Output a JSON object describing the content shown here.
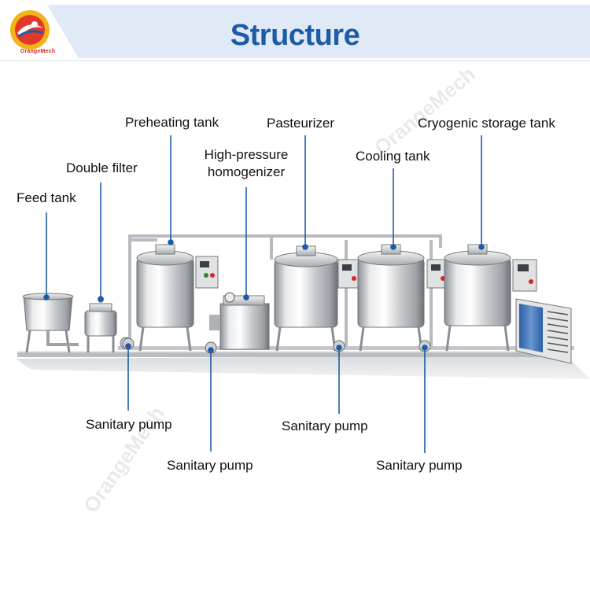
{
  "header": {
    "title": "Structure",
    "logo_text": "OrangeMech",
    "accent_color": "#1e5ba6",
    "band_color": "#dfeaf6",
    "logo_colors": [
      "#f2b41a",
      "#e2382a",
      "#1e5ba6"
    ]
  },
  "labels": {
    "feed_tank": "Feed tank",
    "double_filter": "Double filter",
    "preheating_tank": "Preheating tank",
    "homogenizer_line1": "High-pressure",
    "homogenizer_line2": "homogenizer",
    "pasteurizer": "Pasteurizer",
    "cooling_tank": "Cooling tank",
    "cryogenic_tank": "Cryogenic storage tank",
    "pump_1": "Sanitary pump",
    "pump_2": "Sanitary pump",
    "pump_3": "Sanitary pump",
    "pump_4": "Sanitary pump"
  },
  "watermark": "OrangeMech",
  "leader_color": "#1e5ba6"
}
